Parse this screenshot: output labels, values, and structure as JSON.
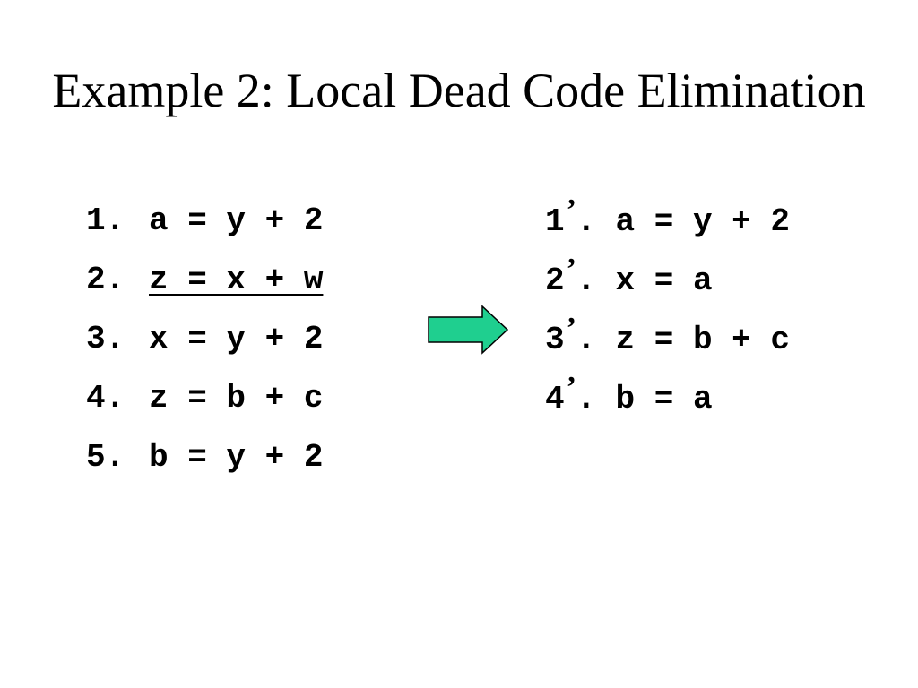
{
  "slide": {
    "title": "Example 2: Local Dead Code Elimination",
    "left_code": [
      {
        "num": "1.",
        "code": "a = y + 2",
        "underlined": false
      },
      {
        "num": "2.",
        "code": "z = x + w",
        "underlined": true
      },
      {
        "num": "3.",
        "code": "x = y + 2",
        "underlined": false
      },
      {
        "num": "4.",
        "code": "z = b + c",
        "underlined": false
      },
      {
        "num": "5.",
        "code": "b = y + 2",
        "underlined": false
      }
    ],
    "right_code": [
      {
        "num": "1",
        "prime": "’",
        "dot": ".",
        "code": "a = y + 2"
      },
      {
        "num": "2",
        "prime": "’",
        "dot": ".",
        "code": "x = a"
      },
      {
        "num": "3",
        "prime": "’",
        "dot": ".",
        "code": "z = b + c"
      },
      {
        "num": "4",
        "prime": "’",
        "dot": ".",
        "code": "b = a"
      }
    ],
    "arrow_icon": "right-arrow-icon",
    "colors": {
      "arrow_fill": "#1fcf8f",
      "arrow_stroke": "#000000",
      "text": "#000000",
      "background": "#ffffff"
    }
  }
}
